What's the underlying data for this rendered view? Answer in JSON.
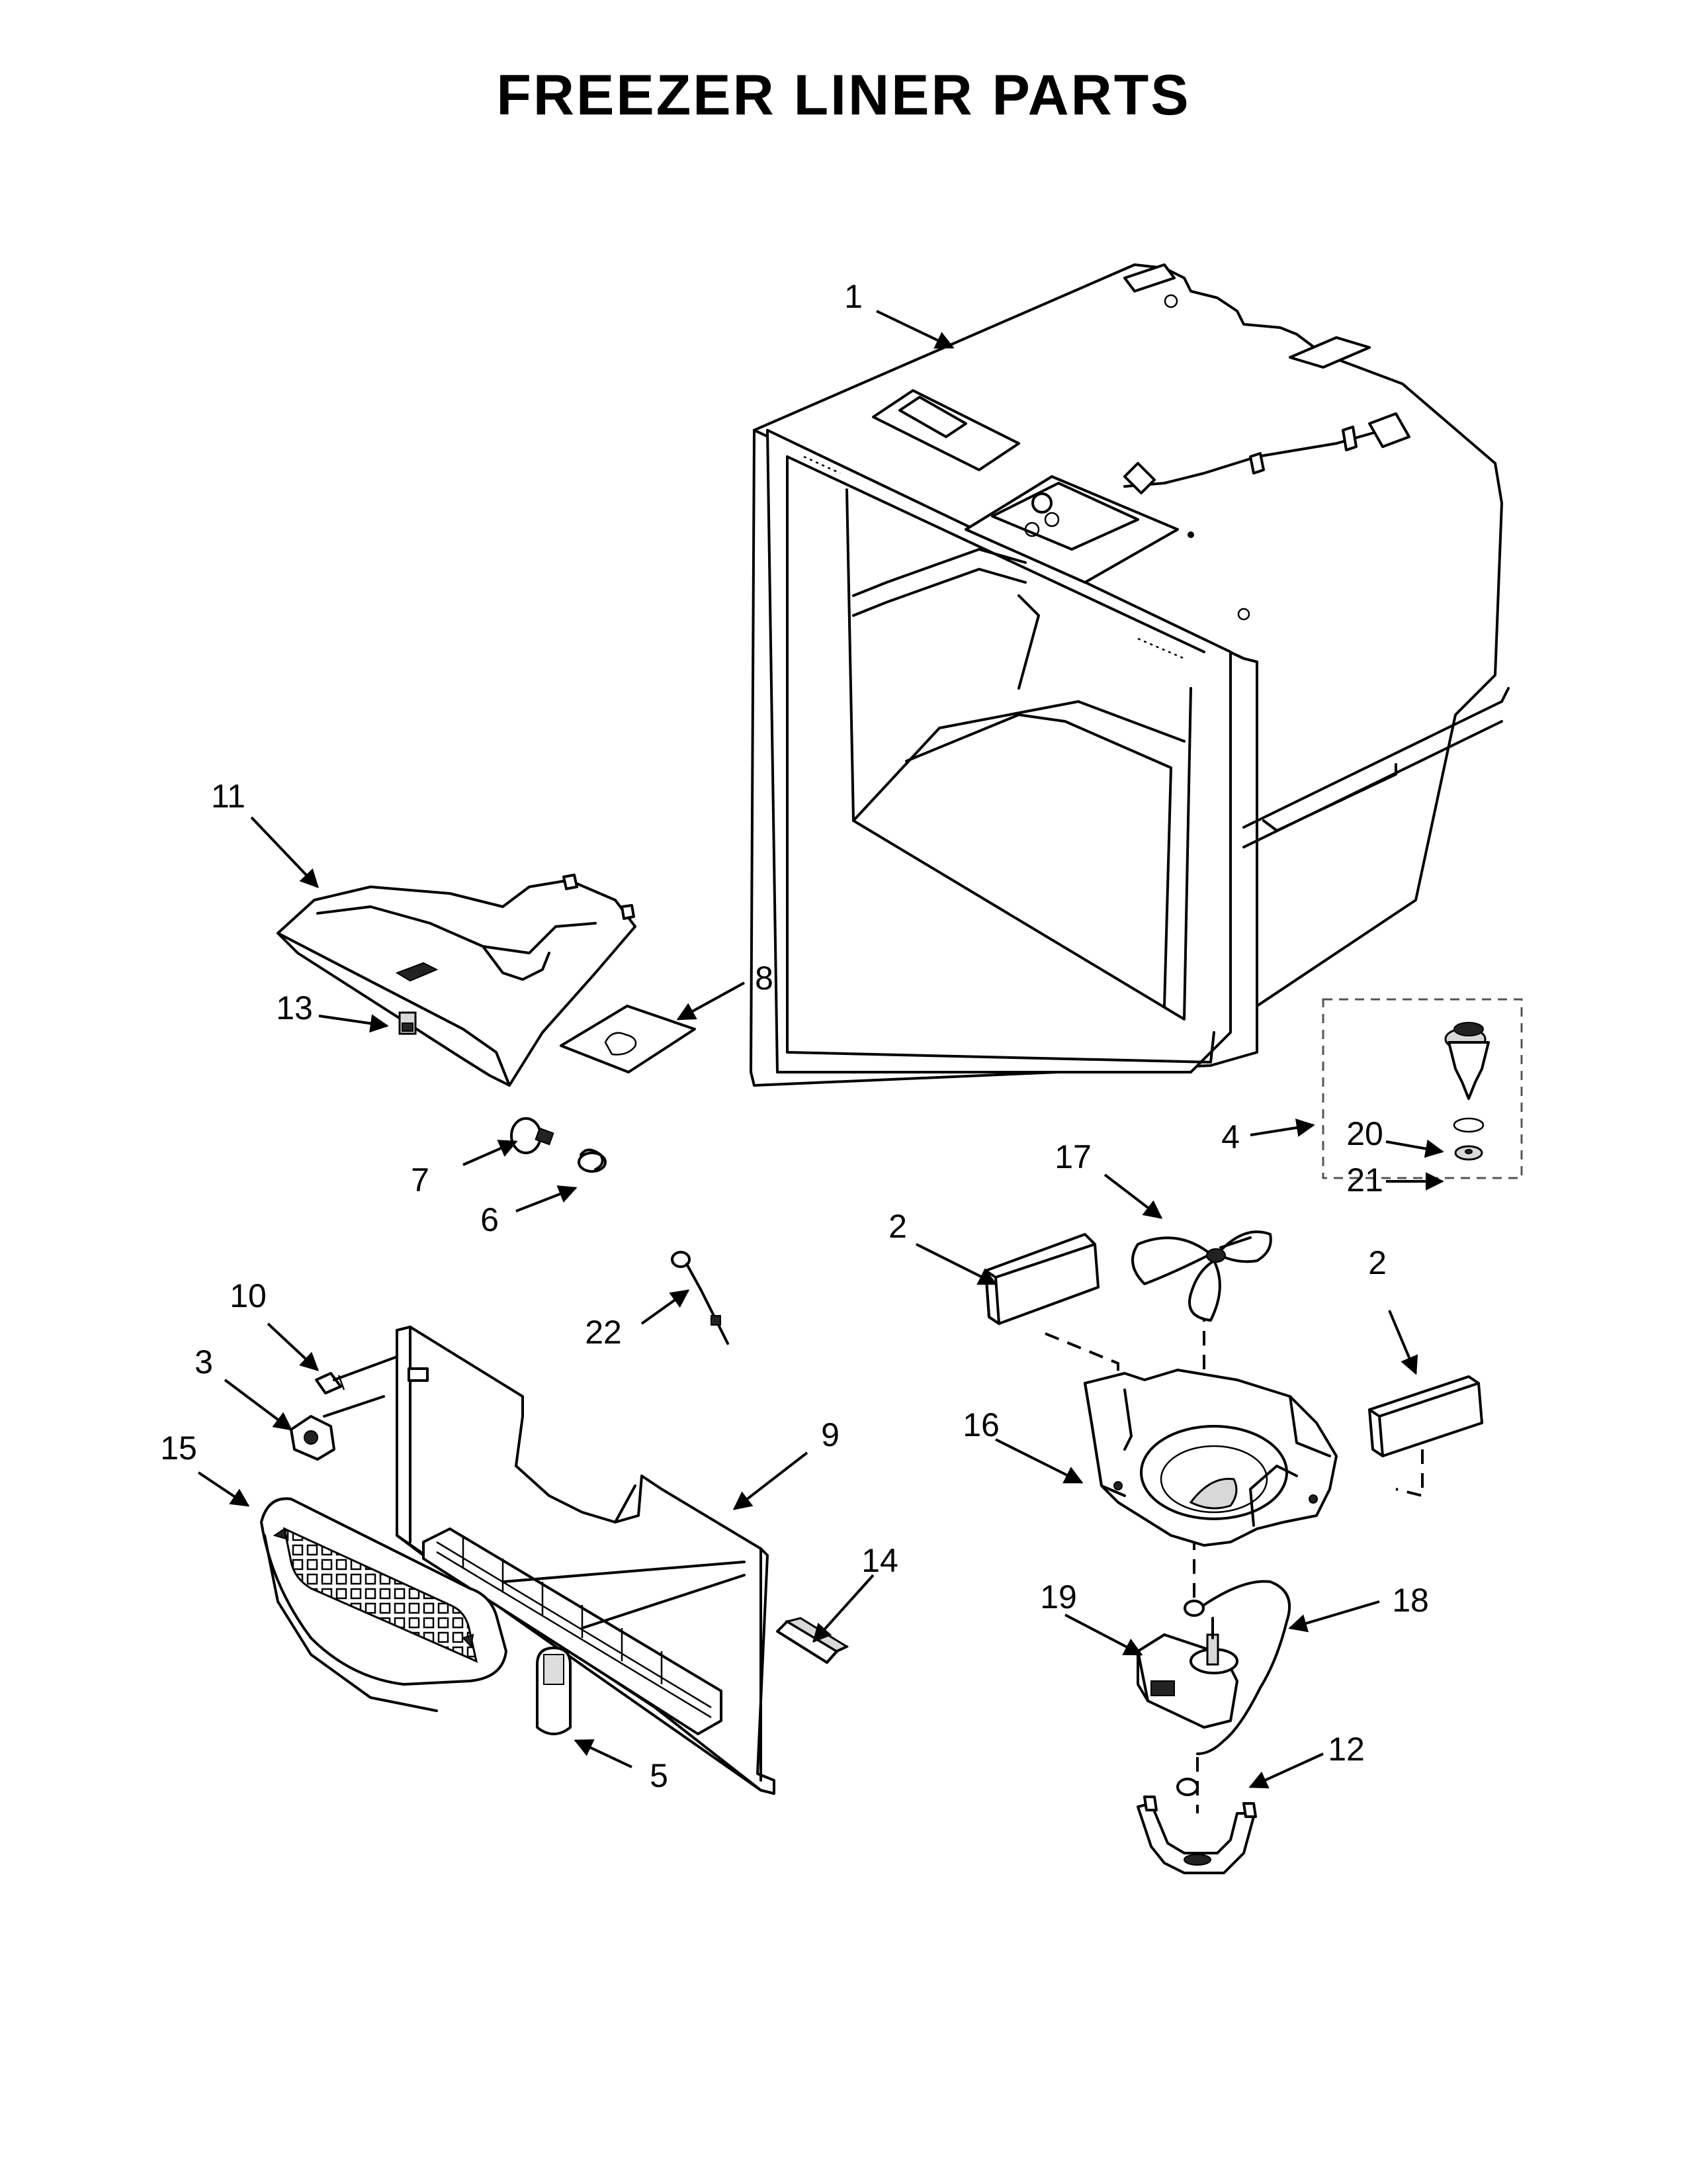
{
  "title": "FREEZER LINER PARTS",
  "callouts": [
    {
      "id": "c1",
      "label": "1"
    },
    {
      "id": "c2a",
      "label": "2"
    },
    {
      "id": "c2b",
      "label": "2"
    },
    {
      "id": "c3",
      "label": "3"
    },
    {
      "id": "c4",
      "label": "4"
    },
    {
      "id": "c5",
      "label": "5"
    },
    {
      "id": "c6",
      "label": "6"
    },
    {
      "id": "c7",
      "label": "7"
    },
    {
      "id": "c8",
      "label": "8"
    },
    {
      "id": "c9",
      "label": "9"
    },
    {
      "id": "c10",
      "label": "10"
    },
    {
      "id": "c11",
      "label": "11"
    },
    {
      "id": "c12",
      "label": "12"
    },
    {
      "id": "c13",
      "label": "13"
    },
    {
      "id": "c14",
      "label": "14"
    },
    {
      "id": "c15",
      "label": "15"
    },
    {
      "id": "c16",
      "label": "16"
    },
    {
      "id": "c17",
      "label": "17"
    },
    {
      "id": "c18",
      "label": "18"
    },
    {
      "id": "c19",
      "label": "19"
    },
    {
      "id": "c20",
      "label": "20"
    },
    {
      "id": "c21",
      "label": "21"
    },
    {
      "id": "c22",
      "label": "22"
    }
  ]
}
